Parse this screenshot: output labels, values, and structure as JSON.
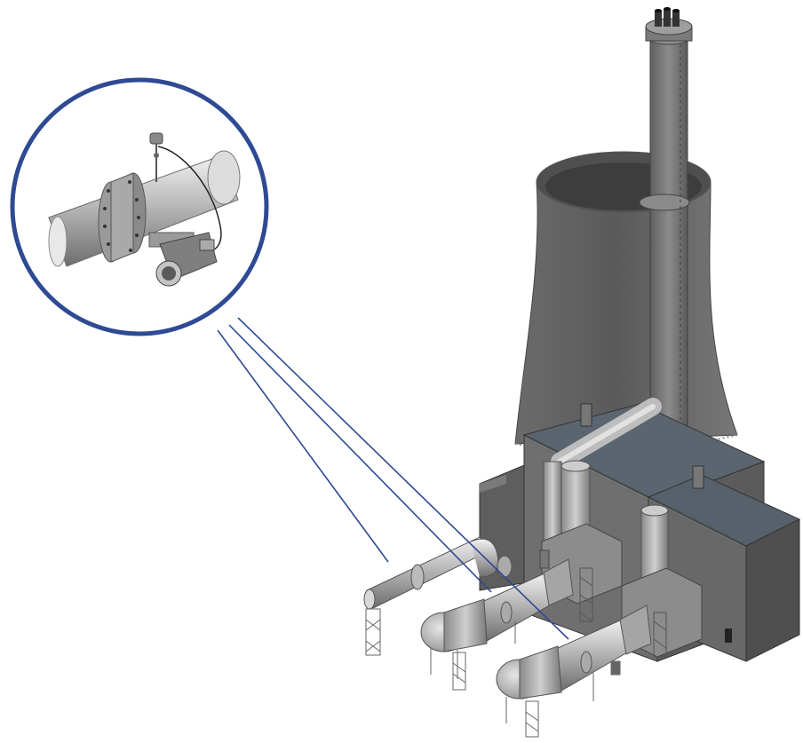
{
  "diagram": {
    "description_labels": [],
    "colors": {
      "background": "#ffffff",
      "callout_blue": "#2e4a93",
      "steel_dark": "#5d5d5d",
      "steel_mid": "#8a8a8a",
      "steel_light": "#c9c9c9",
      "roof_panel": "#55606b"
    },
    "elements": [
      "detail-magnifier-circle",
      "pipe-flange-with-sensor",
      "cooling-tower",
      "chimney-stack",
      "turbine-hall-building",
      "gas-turbine-inlet-1",
      "gas-turbine-inlet-2",
      "gas-turbine-inlet-3",
      "leader-lines"
    ]
  }
}
